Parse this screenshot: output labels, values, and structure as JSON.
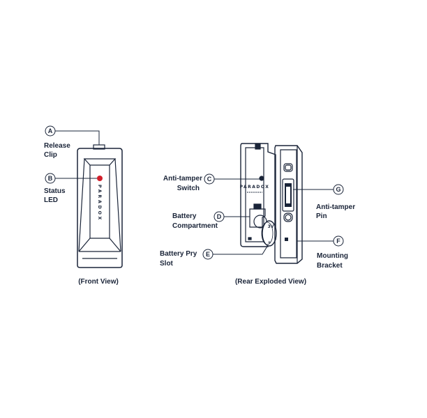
{
  "callouts": [
    {
      "letter": "A",
      "label_lines": [
        "Release",
        "Clip"
      ]
    },
    {
      "letter": "B",
      "label_lines": [
        "Status",
        "LED"
      ]
    },
    {
      "letter": "C",
      "label_lines": [
        "Anti-tamper",
        "Switch"
      ]
    },
    {
      "letter": "D",
      "label_lines": [
        "Battery",
        "Compartment"
      ]
    },
    {
      "letter": "E",
      "label_lines": [
        "Battery Pry",
        "Slot"
      ]
    },
    {
      "letter": "F",
      "label_lines": [
        "Mounting",
        "Bracket"
      ]
    },
    {
      "letter": "G",
      "label_lines": [
        "Anti-tamper",
        "Pin"
      ]
    }
  ],
  "captions": {
    "front": "(Front View)",
    "rear": "(Rear Exploded View)"
  },
  "brand": {
    "front_vertical": "PARADOX",
    "rear": "PARADOX",
    "battery_label": "3V",
    "battery_sign": "+"
  },
  "colors": {
    "ink": "#1a2438",
    "led": "#d21f2b"
  }
}
